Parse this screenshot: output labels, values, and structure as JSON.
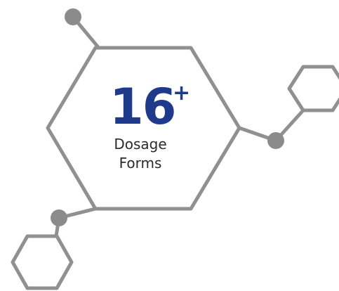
{
  "stat": {
    "number": "16",
    "suffix": "+",
    "caption_line1": "Dosage",
    "caption_line2": "Forms"
  },
  "colors": {
    "stroke": "#909090",
    "node": "#8b8b8b",
    "accent": "#1f3a8a",
    "text": "#2b2b2b"
  },
  "icons": {
    "main": "hexagon-outline",
    "small": "hexagon-outline",
    "node": "circle-dot"
  }
}
